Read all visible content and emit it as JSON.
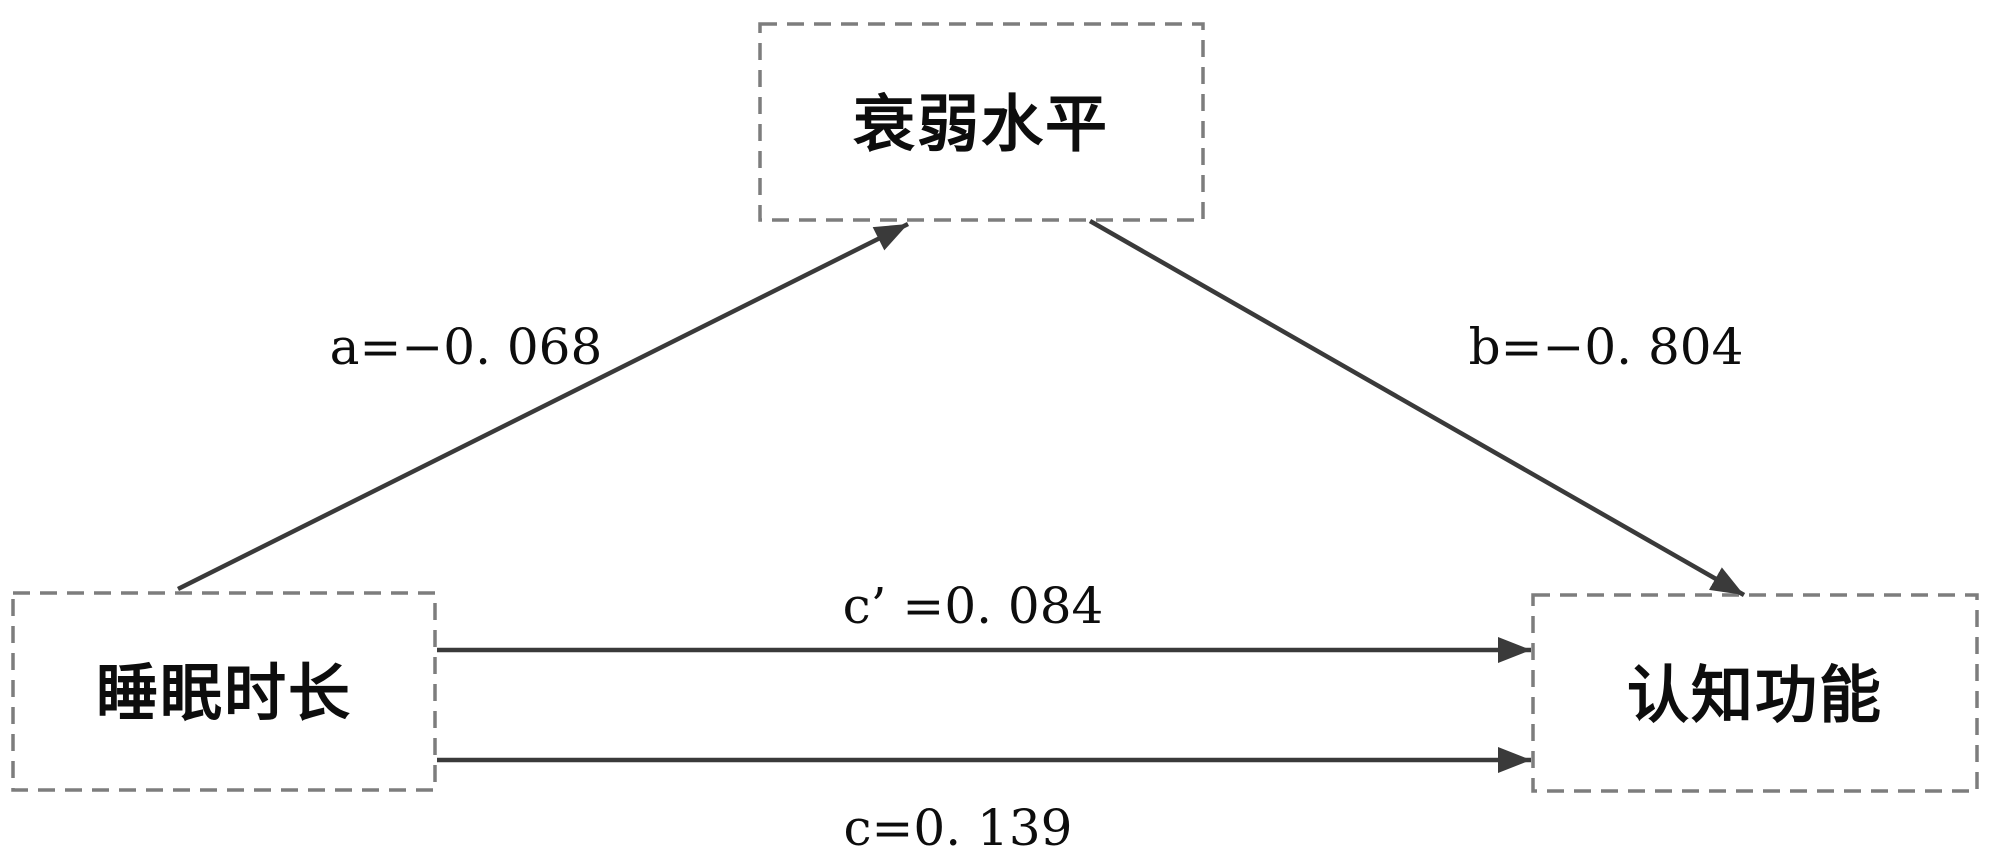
{
  "diagram": {
    "type": "mediation-path-diagram",
    "colors": {
      "background": "#ffffff",
      "box_border": "#7d7d7d",
      "arrow": "#3a3a3a",
      "text": "#0d0d0d"
    },
    "nodes": {
      "mediator": {
        "label": "衰弱水平"
      },
      "independent": {
        "label": "睡眠时长"
      },
      "dependent": {
        "label": "认知功能"
      }
    },
    "paths": {
      "a": {
        "label": "a=−0. 068",
        "from": "睡眠时长",
        "to": "衰弱水平"
      },
      "b": {
        "label": "b=−0. 804",
        "from": "衰弱水平",
        "to": "认知功能"
      },
      "c_prime": {
        "label": "c’ =0. 084",
        "from": "睡眠时长",
        "to": "认知功能"
      },
      "c": {
        "label": "c=0. 139",
        "from": "睡眠时长",
        "to": "认知功能"
      }
    }
  }
}
